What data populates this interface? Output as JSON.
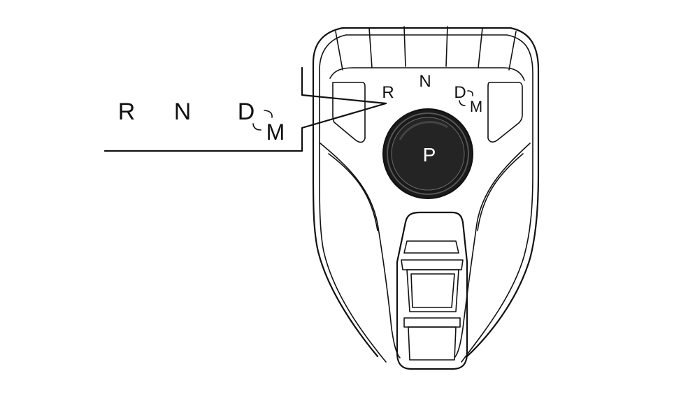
{
  "callout": {
    "reverse": "R",
    "neutral": "N",
    "drive": "D",
    "manual": "M"
  },
  "console": {
    "reverse": "R",
    "neutral": "N",
    "drive": "D",
    "manual": "M"
  },
  "knob": {
    "label": "P"
  },
  "colors": {
    "line": "#111111",
    "knob_dark": "#1a1a1a",
    "background": "#ffffff"
  }
}
